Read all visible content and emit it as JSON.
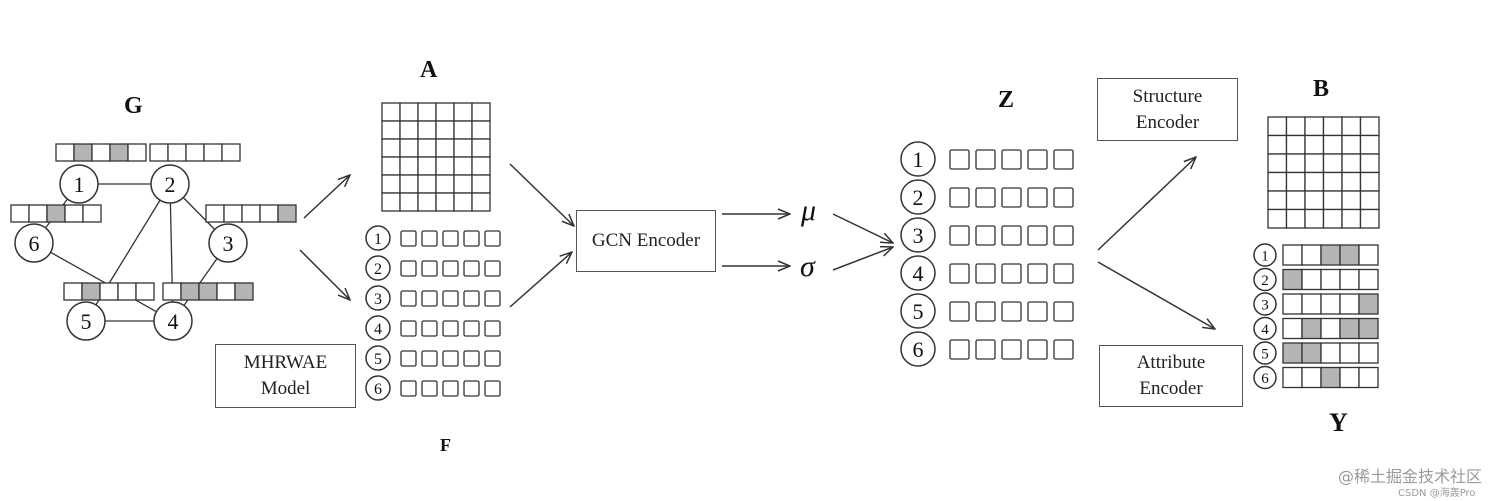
{
  "labels": {
    "G": "G",
    "A": "A",
    "F": "F",
    "Z": "Z",
    "B": "B",
    "Y": "Y",
    "mu": "μ",
    "sigma": "σ"
  },
  "boxes": {
    "mhrwae_line1": "MHRWAE",
    "mhrwae_line2": "Model",
    "gcn": "GCN Encoder",
    "structure_line1": "Structure",
    "structure_line2": "Encoder",
    "attribute_line1": "Attribute",
    "attribute_line2": "Encoder"
  },
  "graph": {
    "nodes": [
      "1",
      "2",
      "3",
      "4",
      "5",
      "6"
    ],
    "edges": [
      [
        "1",
        "2"
      ],
      [
        "1",
        "6"
      ],
      [
        "2",
        "5"
      ],
      [
        "2",
        "3"
      ],
      [
        "6",
        "4"
      ],
      [
        "5",
        "4"
      ],
      [
        "3",
        "4"
      ],
      [
        "2",
        "4"
      ]
    ],
    "feature_bars": {
      "1": [
        0,
        1,
        0,
        1,
        0
      ],
      "2": [
        0,
        0,
        0,
        0,
        0
      ],
      "6": [
        0,
        0,
        1,
        0,
        0
      ],
      "3": [
        0,
        0,
        0,
        0,
        1
      ],
      "5": [
        0,
        1,
        0,
        0,
        0
      ],
      "4": [
        0,
        1,
        1,
        0,
        1
      ]
    }
  },
  "adjacency_matrix": {
    "rows": 6,
    "cols": 6
  },
  "f_rows": [
    "1",
    "2",
    "3",
    "4",
    "5",
    "6"
  ],
  "z_rows": [
    "1",
    "2",
    "3",
    "4",
    "5",
    "6"
  ],
  "y_rows": [
    {
      "node": "1",
      "cells": [
        0,
        0,
        1,
        1,
        0
      ]
    },
    {
      "node": "2",
      "cells": [
        1,
        0,
        0,
        0,
        0
      ]
    },
    {
      "node": "3",
      "cells": [
        0,
        0,
        0,
        0,
        1
      ]
    },
    {
      "node": "4",
      "cells": [
        0,
        1,
        0,
        1,
        1
      ]
    },
    {
      "node": "5",
      "cells": [
        1,
        1,
        0,
        0,
        0
      ]
    },
    {
      "node": "6",
      "cells": [
        0,
        0,
        1,
        0,
        0
      ]
    }
  ],
  "watermark": {
    "line1": "@稀土掘金技术社区",
    "line2": "CSDN @海轰Pro"
  },
  "colors": {
    "stroke": "#333333",
    "fill_gray": "#b4b4b4"
  }
}
